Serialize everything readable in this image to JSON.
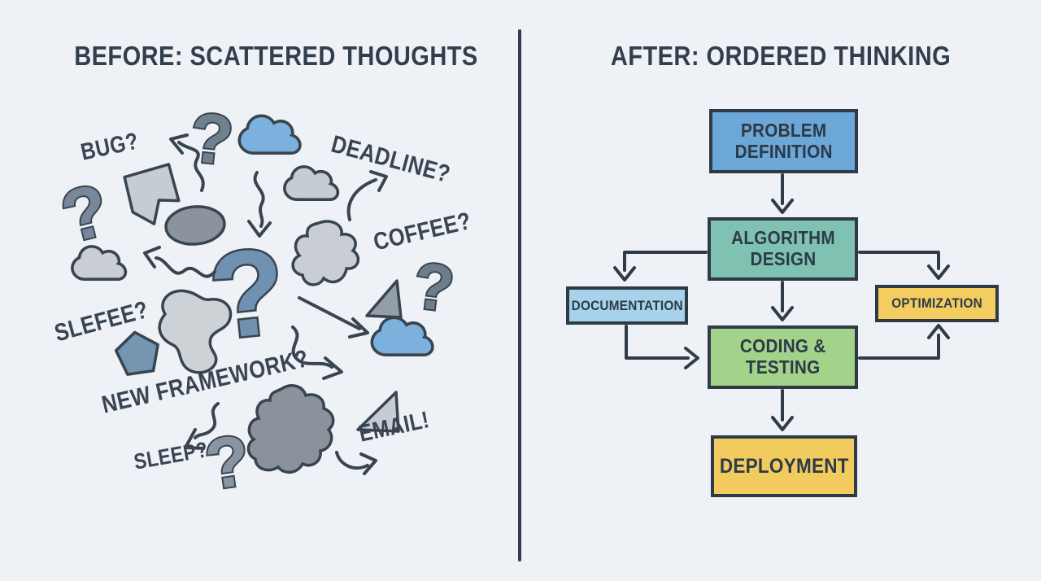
{
  "before": {
    "title": "BEFORE: SCATTERED THOUGHTS",
    "labels": [
      {
        "text": "BUG?"
      },
      {
        "text": "DEADLINE?"
      },
      {
        "text": "COFFEE?"
      },
      {
        "text": "SLEFEE?"
      },
      {
        "text": "NEW FRAMEWORK?"
      },
      {
        "text": "SLEEP?"
      },
      {
        "text": "EMAIL!"
      }
    ]
  },
  "after": {
    "title": "AFTER: ORDERED THINKING",
    "nodes": [
      {
        "id": "problem-definition",
        "label": "PROBLEM\nDEFINITION",
        "fill": "#6ca7d8"
      },
      {
        "id": "algorithm-design",
        "label": "ALGORITHM\nDESIGN",
        "fill": "#7fc2b2"
      },
      {
        "id": "documentation",
        "label": "DOCUMENTATION",
        "fill": "#a6d2ea"
      },
      {
        "id": "coding-testing",
        "label": "CODING &\nTESTING",
        "fill": "#a3d38b"
      },
      {
        "id": "optimization",
        "label": "OPTIMIZATION",
        "fill": "#f3cd60"
      },
      {
        "id": "deployment",
        "label": "DEPLOYMENT",
        "fill": "#f2cb5e"
      }
    ],
    "connections": [
      "problem-definition -> algorithm-design",
      "algorithm-design -> documentation",
      "algorithm-design -> coding-testing",
      "algorithm-design -> optimization",
      "documentation -> coding-testing",
      "coding-testing -> optimization",
      "coding-testing -> deployment"
    ]
  },
  "glyphs": {
    "question_mark": "?"
  },
  "colors": {
    "background": "#eef2f6",
    "ink": "#394553",
    "divider": "#323e4c",
    "blue_cloud": "#7cb1dd",
    "gray_shape": "#c6ccd3",
    "steel_blue": "#7191b2",
    "dark_blob": "#8b929b"
  }
}
